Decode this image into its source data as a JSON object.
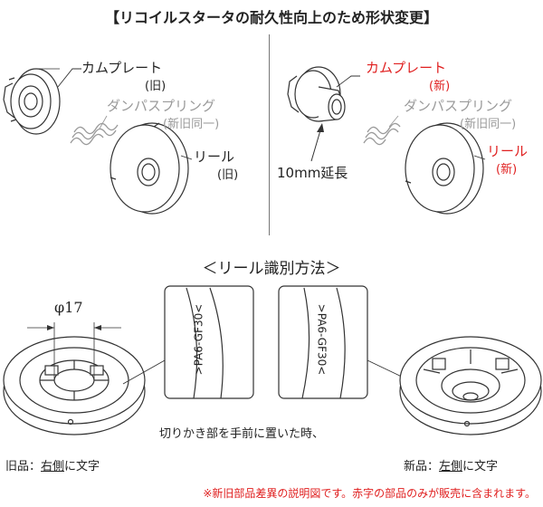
{
  "title": "【リコイルスタータの耐久性向上のため形状変更】",
  "old": {
    "cam_plate": "カムプレート",
    "cam_plate_sub": "(旧)",
    "damper_spring": "ダンパスプリング",
    "damper_spring_sub": "(新旧同一)",
    "reel": "リール",
    "reel_sub": "(旧)"
  },
  "new": {
    "cam_plate": "カムプレート",
    "cam_plate_sub": "(新)",
    "damper_spring": "ダンパスプリング",
    "damper_spring_sub": "(新旧同一)",
    "reel": "リール",
    "reel_sub": "(新)",
    "extension": "10mm延長"
  },
  "identify": {
    "heading": "＜リール識別方法＞",
    "diameter": "φ17",
    "marking_left": ">PA6-GF30<",
    "marking_right": ">PA6-GF30<",
    "note": "切りかき部を手前に置いた時、",
    "old_caption_prefix": "旧品：",
    "old_caption_underlined": "右側",
    "old_caption_suffix": "に文字",
    "new_caption_prefix": "新品：",
    "new_caption_underlined": "左側",
    "new_caption_suffix": "に文字"
  },
  "footer": "※新旧部品差異の説明図です。赤字の部品のみが販売に含まれます。",
  "colors": {
    "red": "#e02020",
    "gray": "#9a9a9a",
    "line": "#333333"
  },
  "icons": [
    "cam-plate-old-icon",
    "damper-spring-icon",
    "reel-old-icon",
    "cam-plate-new-icon",
    "reel-new-icon",
    "reel-bottom-icon"
  ]
}
